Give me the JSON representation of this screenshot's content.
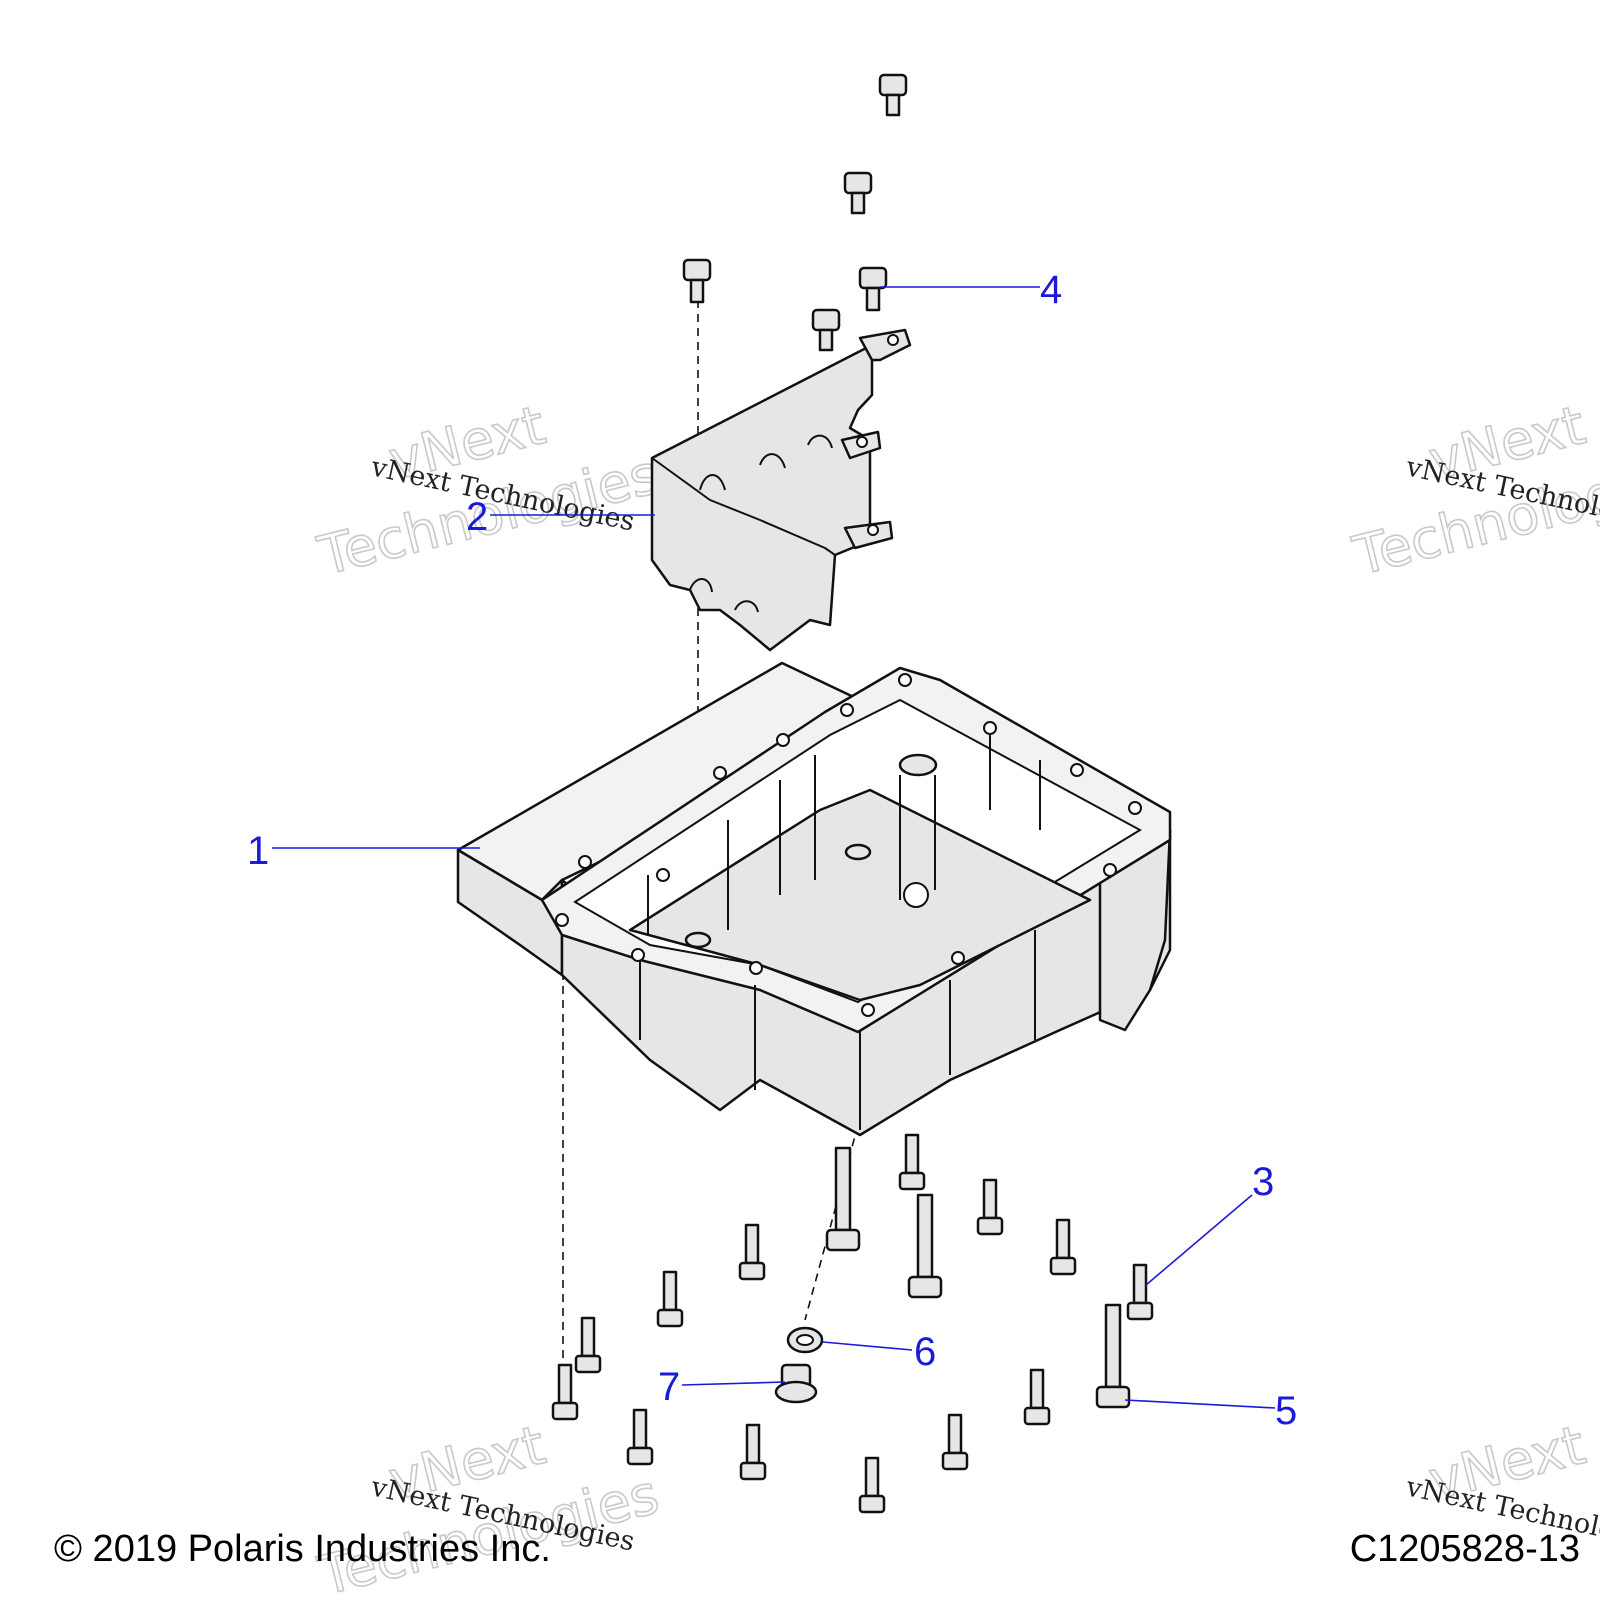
{
  "callouts": [
    {
      "id": "1",
      "label": "1"
    },
    {
      "id": "2",
      "label": "2"
    },
    {
      "id": "3",
      "label": "3"
    },
    {
      "id": "4",
      "label": "4"
    },
    {
      "id": "5",
      "label": "5"
    },
    {
      "id": "6",
      "label": "6"
    },
    {
      "id": "7",
      "label": "7"
    }
  ],
  "watermark": {
    "line_small": "vNext Technologies",
    "line_big_1": "vNext",
    "line_big_2": "Technologies"
  },
  "footer": {
    "copyright": "© 2019 Polaris Industries Inc.",
    "drawing_code": "C1205828-13"
  },
  "colors": {
    "callout": "#1a1adb",
    "part_fill": "#e6e6e6",
    "outline": "#111111"
  }
}
